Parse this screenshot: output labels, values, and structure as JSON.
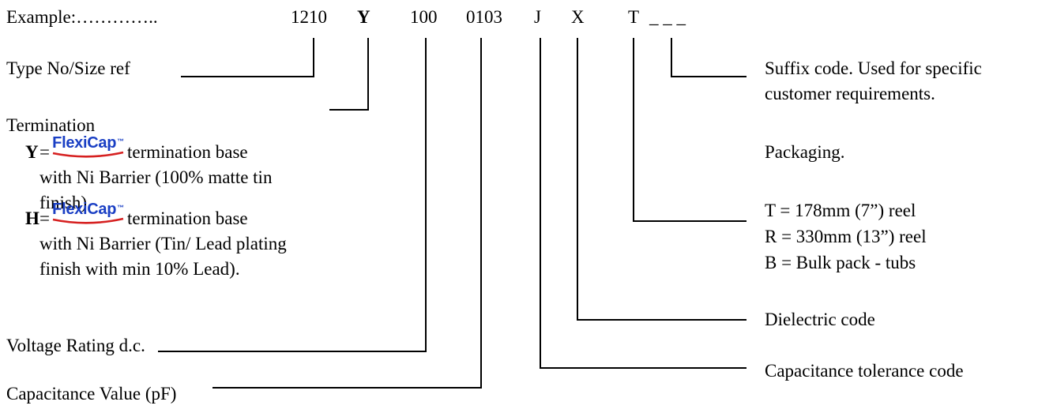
{
  "header": {
    "example_label": "Example:…………..",
    "codes": {
      "size": "1210",
      "termination": "Y",
      "voltage": "100",
      "capacitance": "0103",
      "tolerance": "J",
      "dielectric": "X",
      "packaging": "T",
      "suffix": "_ _ _"
    }
  },
  "left": {
    "type_size": "Type No/Size ref",
    "termination": {
      "heading": "Termination",
      "y_key": "Y",
      "h_key": "H",
      "equals": "=",
      "logo_text": "FlexiCap",
      "logo_tm": "™",
      "logo_color": "#1a3fc4",
      "swoosh_color": "#d62020",
      "y_line1": "termination base",
      "y_line2": "with Ni Barrier (100% matte tin",
      "y_line3": "finish).",
      "h_line1": "termination base",
      "h_line2": "with Ni Barrier (Tin/ Lead plating",
      "h_line3": "finish with min 10% Lead)."
    },
    "voltage": "Voltage Rating d.c.",
    "capacitance": "Capacitance Value (pF)"
  },
  "right": {
    "suffix_line1": "Suffix code. Used for specific",
    "suffix_line2": "customer requirements.",
    "packaging_heading": "Packaging.",
    "packaging_options": [
      "T = 178mm (7”) reel",
      "R = 330mm (13”) reel",
      "B = Bulk pack - tubs"
    ],
    "dielectric": "Dielectric code",
    "tolerance": "Capacitance tolerance code"
  }
}
